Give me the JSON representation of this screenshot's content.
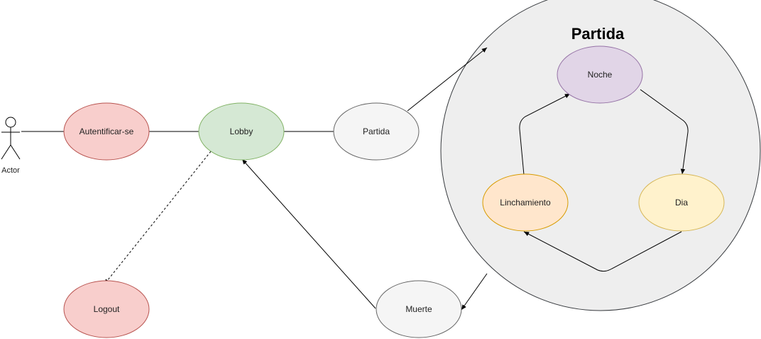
{
  "actor": {
    "label": "Actor"
  },
  "nodes": {
    "autenticar": {
      "label": "Autentificar-se",
      "fill": "#f8cecc",
      "stroke": "#b85450"
    },
    "lobby": {
      "label": "Lobby",
      "fill": "#d5e8d4",
      "stroke": "#82b366"
    },
    "partida_node": {
      "label": "Partida",
      "fill": "#f5f5f5",
      "stroke": "#666666"
    },
    "logout": {
      "label": "Logout",
      "fill": "#f8cecc",
      "stroke": "#b85450"
    },
    "muerte": {
      "label": "Muerte",
      "fill": "#f5f5f5",
      "stroke": "#666666"
    },
    "noche": {
      "label": "Noche",
      "fill": "#e1d5e7",
      "stroke": "#9673a6"
    },
    "linchamiento": {
      "label": "Linchamiento",
      "fill": "#ffe6cc",
      "stroke": "#d79b00"
    },
    "dia": {
      "label": "Dia",
      "fill": "#fff2cc",
      "stroke": "#d6b656"
    }
  },
  "container": {
    "title": "Partida",
    "fill": "#eeeeee",
    "stroke": "#36393d"
  }
}
